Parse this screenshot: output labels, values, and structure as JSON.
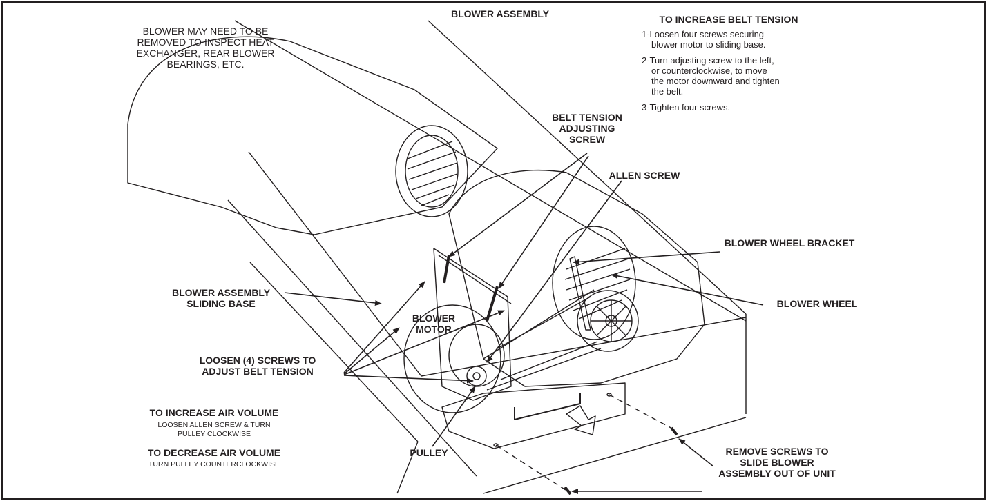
{
  "title": "BLOWER ASSEMBLY",
  "note_remove": "BLOWER MAY NEED TO BE\nREMOVED TO INSPECT HEAT\nEXCHANGER, REAR BLOWER\nBEARINGS, ETC.",
  "belt_tension": {
    "heading": "TO INCREASE BELT TENSION",
    "steps": [
      "1-Loosen four screws securing blower motor to sliding base.",
      "2-Turn adjusting screw to the left, or counterclockwise, to move the motor downward and tighten the belt.",
      "3-Tighten four screws."
    ]
  },
  "labels": {
    "belt_tension_adjusting_screw": "BELT TENSION\nADJUSTING\nSCREW",
    "allen_screw": "ALLEN SCREW",
    "blower_wheel_bracket": "BLOWER WHEEL BRACKET",
    "blower_wheel": "BLOWER WHEEL",
    "sliding_base": "BLOWER ASSEMBLY\nSLIDING BASE",
    "blower_motor": "BLOWER\nMOTOR",
    "loosen_screws": "LOOSEN (4) SCREWS TO\nADJUST BELT TENSION",
    "pulley": "PULLEY",
    "remove_screws": "REMOVE SCREWS TO\nSLIDE BLOWER\nASSEMBLY OUT OF UNIT"
  },
  "air_volume": {
    "increase_heading": "TO INCREASE AIR VOLUME",
    "increase_text": "LOOSEN ALLEN SCREW & TURN\nPULLEY CLOCKWISE",
    "decrease_heading": "TO DECREASE AIR VOLUME",
    "decrease_text": "TURN PULLEY COUNTERCLOCKWISE"
  }
}
